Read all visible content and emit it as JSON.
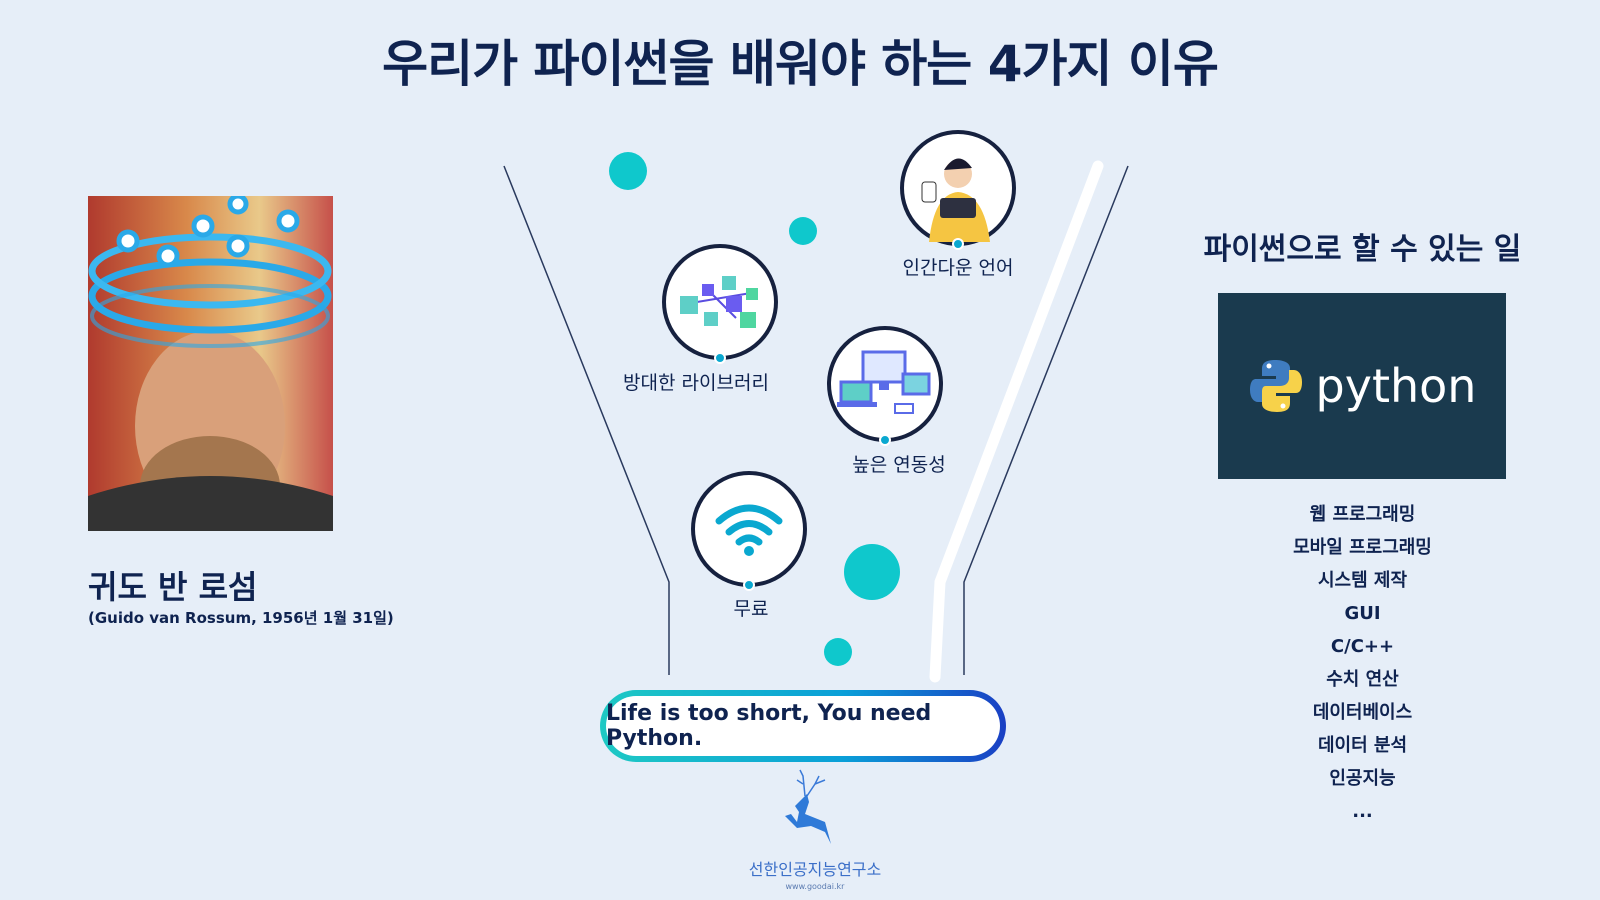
{
  "title": "우리가 파이썬을 배워야 하는 4가지 이유",
  "person": {
    "name": "귀도 반 로섬",
    "detail": "(Guido van Rossum, 1956년 1월 31일)"
  },
  "reasons": [
    {
      "label": "인간다운 언어",
      "icon": "person-tablet-icon"
    },
    {
      "label": "방대한 라이브러리",
      "icon": "library-blocks-icon"
    },
    {
      "label": "높은 연동성",
      "icon": "devices-connectivity-icon"
    },
    {
      "label": "무료",
      "icon": "wifi-icon"
    }
  ],
  "slogan": "Life is too short, You need Python.",
  "org": {
    "name": "선한인공지능연구소",
    "url": "www.goodai.kr"
  },
  "right": {
    "heading": "파이썬으로 할 수 있는 일",
    "logo_text": "python",
    "items": [
      "웹 프로그래밍",
      "모바일 프로그래밍",
      "시스템 제작",
      "GUI",
      "C/C++",
      "수치 연산",
      "데이터베이스",
      "데이터 분석",
      "인공지능",
      "..."
    ]
  },
  "colors": {
    "navy": "#0f2350",
    "teal": "#0fc8cc",
    "background": "#e6eef8"
  }
}
